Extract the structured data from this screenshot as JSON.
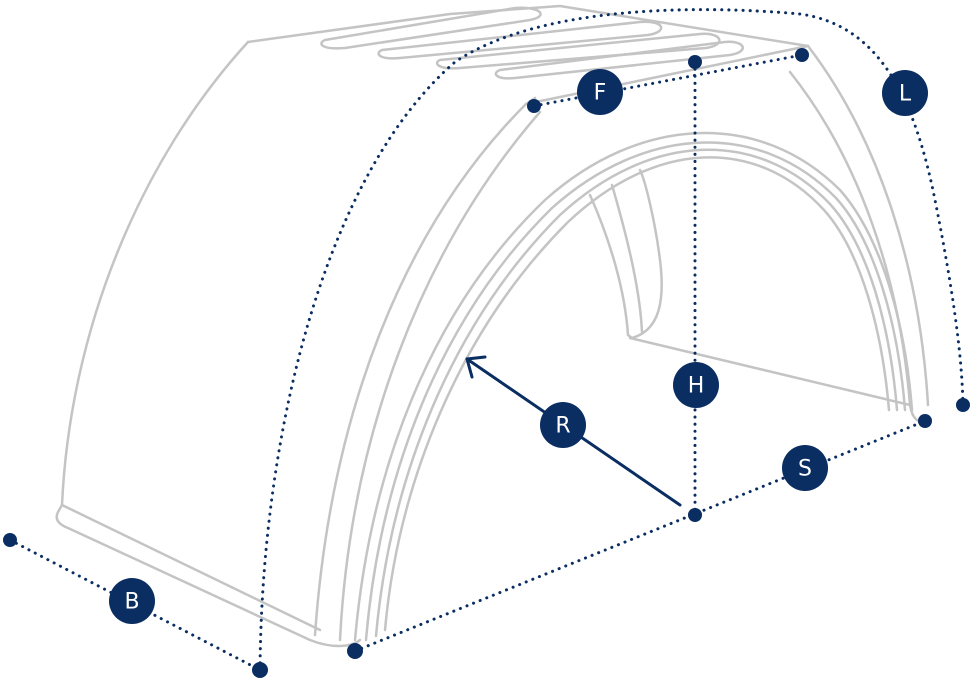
{
  "diagram": {
    "subject": "mudguard-dimension-diagram",
    "colors": {
      "outline": "#c4c4c4",
      "dimension": "#0a2d62",
      "label_text": "#ffffff",
      "background": "#ffffff"
    },
    "dimensions": {
      "F": "F",
      "L": "L",
      "H": "H",
      "R": "R",
      "S": "S",
      "B": "B"
    }
  }
}
